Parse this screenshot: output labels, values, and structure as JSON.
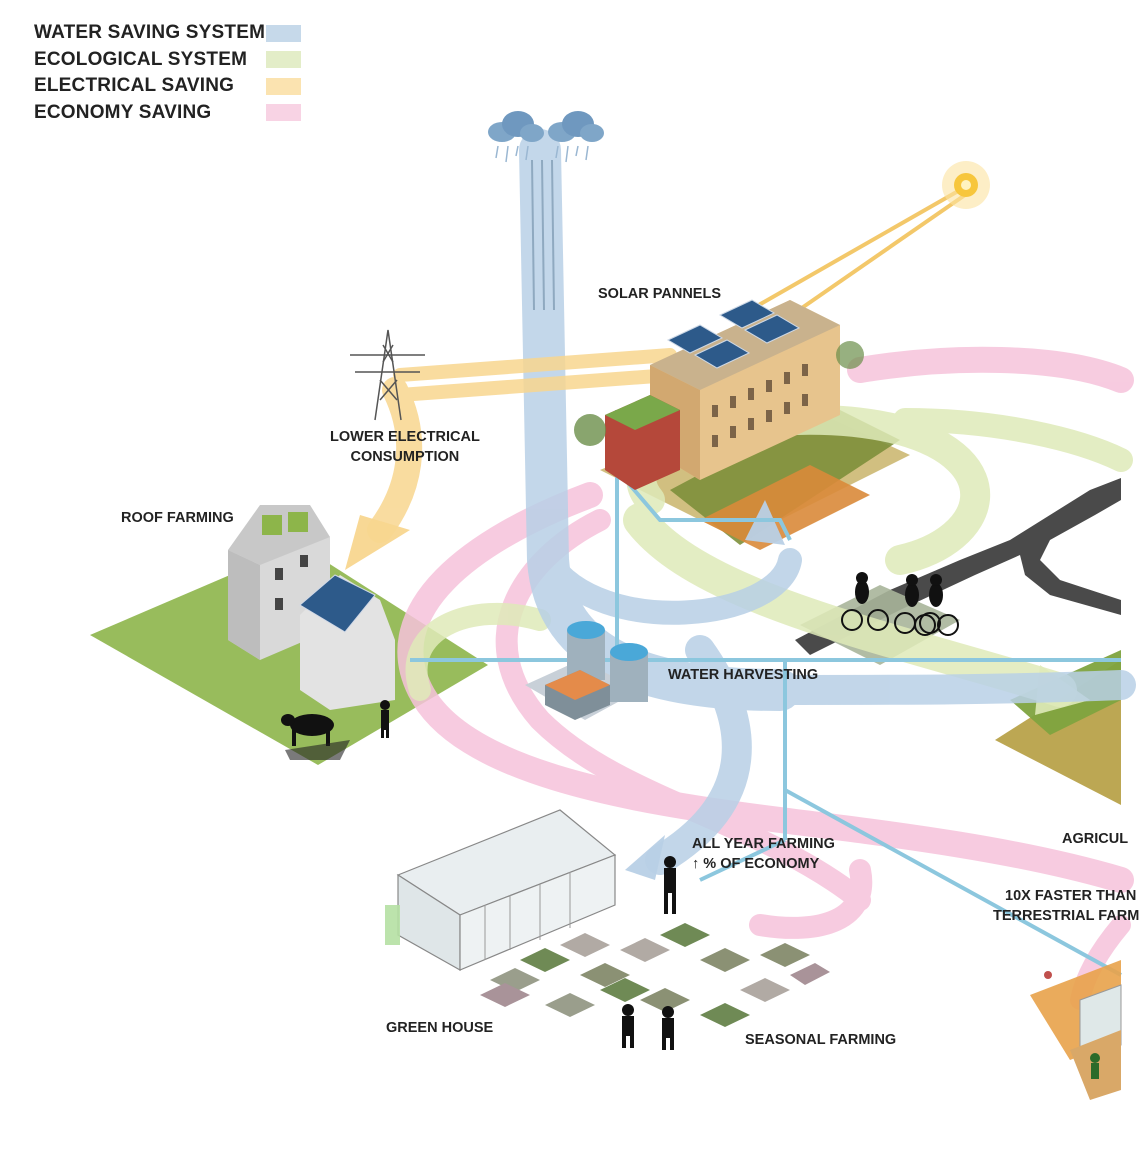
{
  "legend": {
    "items": [
      {
        "label": "WATER SAVING SYSTEM",
        "color": "#c6d9ea"
      },
      {
        "label": "ECOLOGICAL SYSTEM",
        "color": "#e3edc8"
      },
      {
        "label": "ELECTRICAL SAVING",
        "color": "#fbe3b0"
      },
      {
        "label": "ECONOMY SAVING",
        "color": "#f8d3e4"
      }
    ]
  },
  "colors": {
    "water": "#b8d0e6",
    "ecology": "#dfeab9",
    "electrical": "#f8d68f",
    "economy": "#f6c3db",
    "pipe": "#8cc7de",
    "grass": "#8db54a",
    "road": "#4a4a4a"
  },
  "labels": {
    "solar_panels": "SOLAR PANNELS",
    "lower_electrical_line1": "LOWER ELECTRICAL",
    "lower_electrical_line2": "CONSUMPTION",
    "roof_farming": "ROOF FARMING",
    "water_harvesting": "WATER HARVESTING",
    "all_year_farming_line1": "ALL YEAR FARMING",
    "all_year_farming_line2": "↑ % OF ECONOMY",
    "green_house": "GREEN HOUSE",
    "seasonal_farming": "SEASONAL FARMING",
    "agriculture_partial": "AGRICUL",
    "faster_line1": "10X FASTER THAN",
    "faster_line2": "TERRESTRIAL FARM"
  },
  "icons": [
    "cloud-icon",
    "cloud-icon",
    "sun-icon",
    "pylon-icon",
    "cyclists-icon",
    "farmer-icon",
    "cow-icon"
  ]
}
